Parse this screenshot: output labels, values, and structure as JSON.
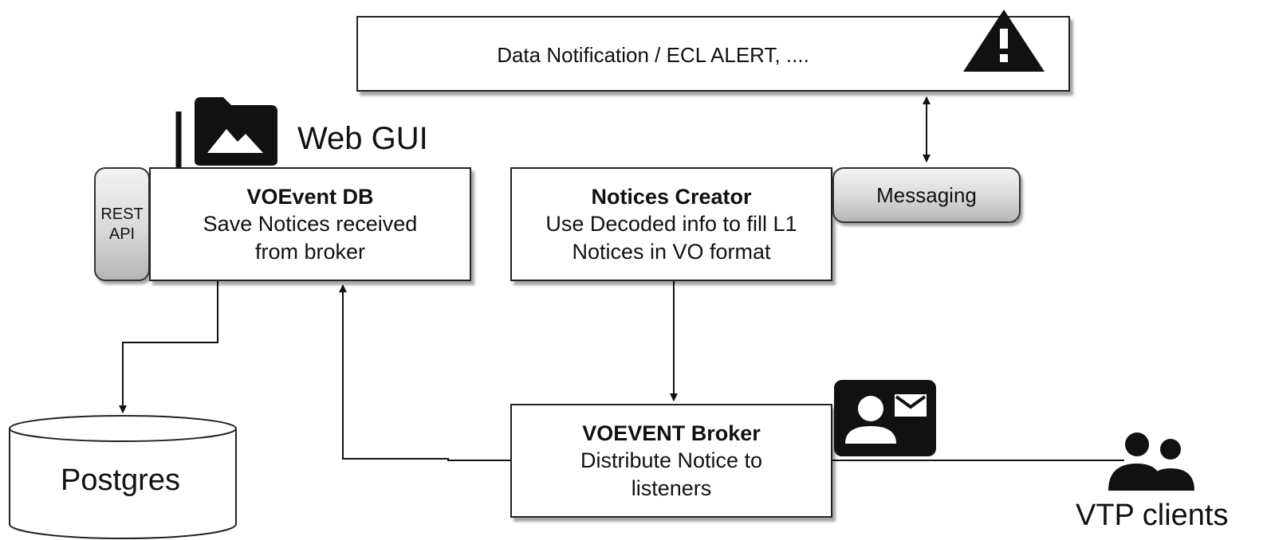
{
  "alert": {
    "text": "Data Notification / ECL ALERT, ....",
    "icon": "warning-icon"
  },
  "web_gui": {
    "label": "Web GUI",
    "icon": "image-folder-icon"
  },
  "rest_api": {
    "line1": "REST",
    "line2": "API"
  },
  "voevent_db": {
    "title": "VOEvent DB",
    "line1": "Save Notices received",
    "line2": "from broker"
  },
  "notices_creator": {
    "title": "Notices Creator",
    "line1": "Use Decoded info to fill L1",
    "line2": "Notices in VO format"
  },
  "messaging": {
    "label": "Messaging"
  },
  "broker": {
    "title": "VOEVENT Broker",
    "line1": "Distribute Notice to",
    "line2": "listeners",
    "icon": "contact-mail-icon"
  },
  "database": {
    "label": "Postgres",
    "icon": "database-cylinder-icon"
  },
  "clients": {
    "label": "VTP clients",
    "icon": "people-icon"
  }
}
